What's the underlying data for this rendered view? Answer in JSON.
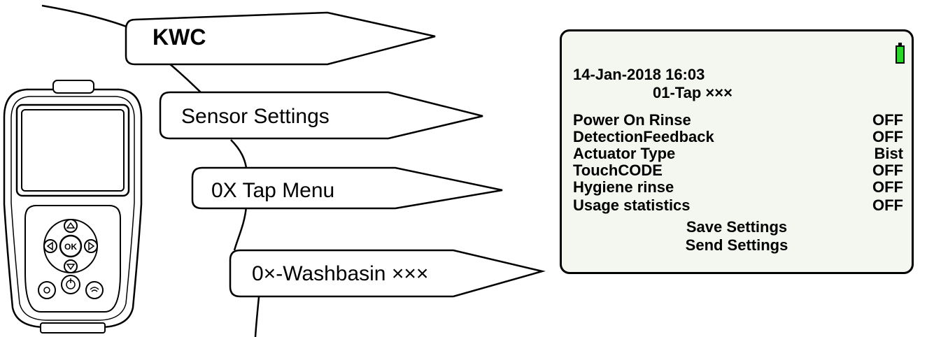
{
  "menu": {
    "level1": "KWC",
    "level2": "Sensor Settings",
    "level3": "0X Tap Menu",
    "level4": "0×-Washbasin ×××"
  },
  "device": {
    "ok_label": "OK",
    "battery_color": "#29d629"
  },
  "screen": {
    "datetime": "14-Jan-2018 16:03",
    "title": "01-Tap ×××",
    "settings": [
      {
        "label": "Power On Rinse",
        "value": "OFF"
      },
      {
        "label": "DetectionFeedback",
        "value": "OFF"
      },
      {
        "label": "Actuator Type",
        "value": "Bist"
      },
      {
        "label": "TouchCODE",
        "value": "OFF"
      },
      {
        "label": "Hygiene rinse",
        "value": "OFF"
      },
      {
        "label": "Usage statistics",
        "value": "OFF"
      }
    ],
    "actions": [
      "Save Settings",
      "Send Settings"
    ]
  }
}
